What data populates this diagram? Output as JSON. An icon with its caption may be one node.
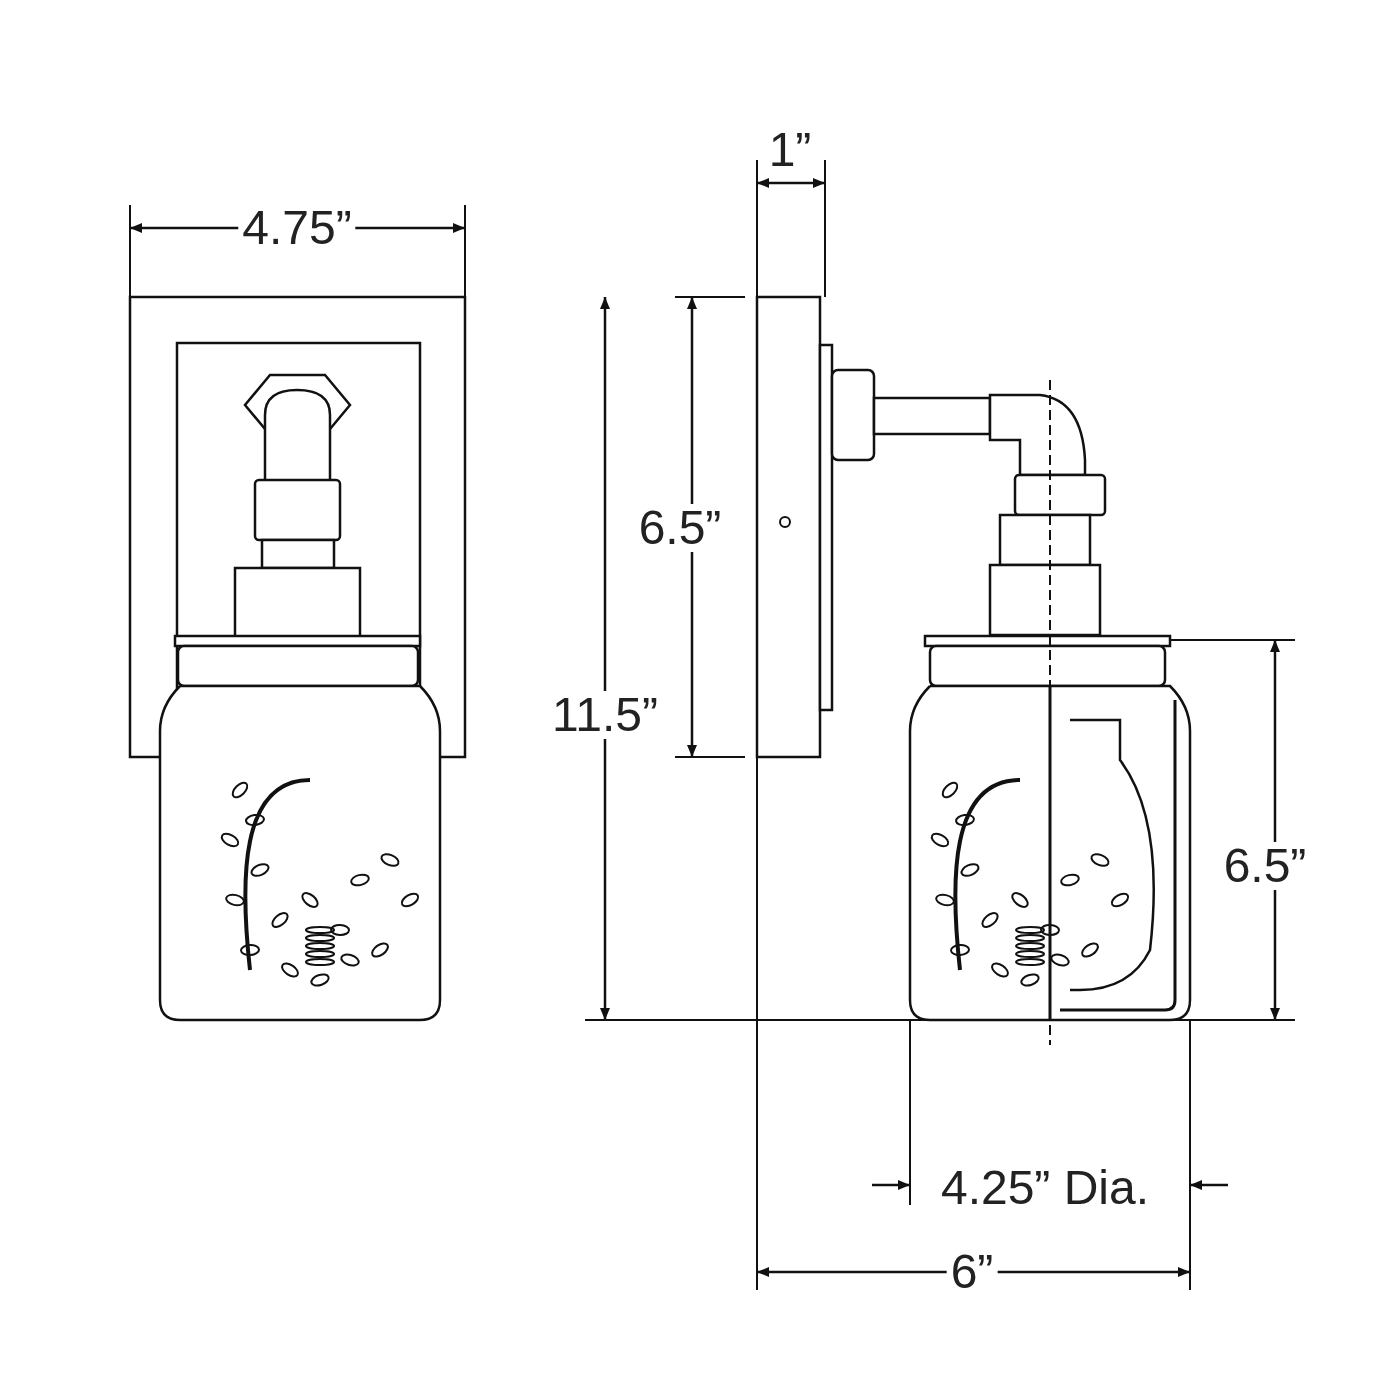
{
  "diagram": {
    "labels": [
      "4.75”",
      "1”",
      "6.5”",
      "11.5”",
      "6.5”",
      "4.25” Dia.",
      "6”"
    ]
  }
}
